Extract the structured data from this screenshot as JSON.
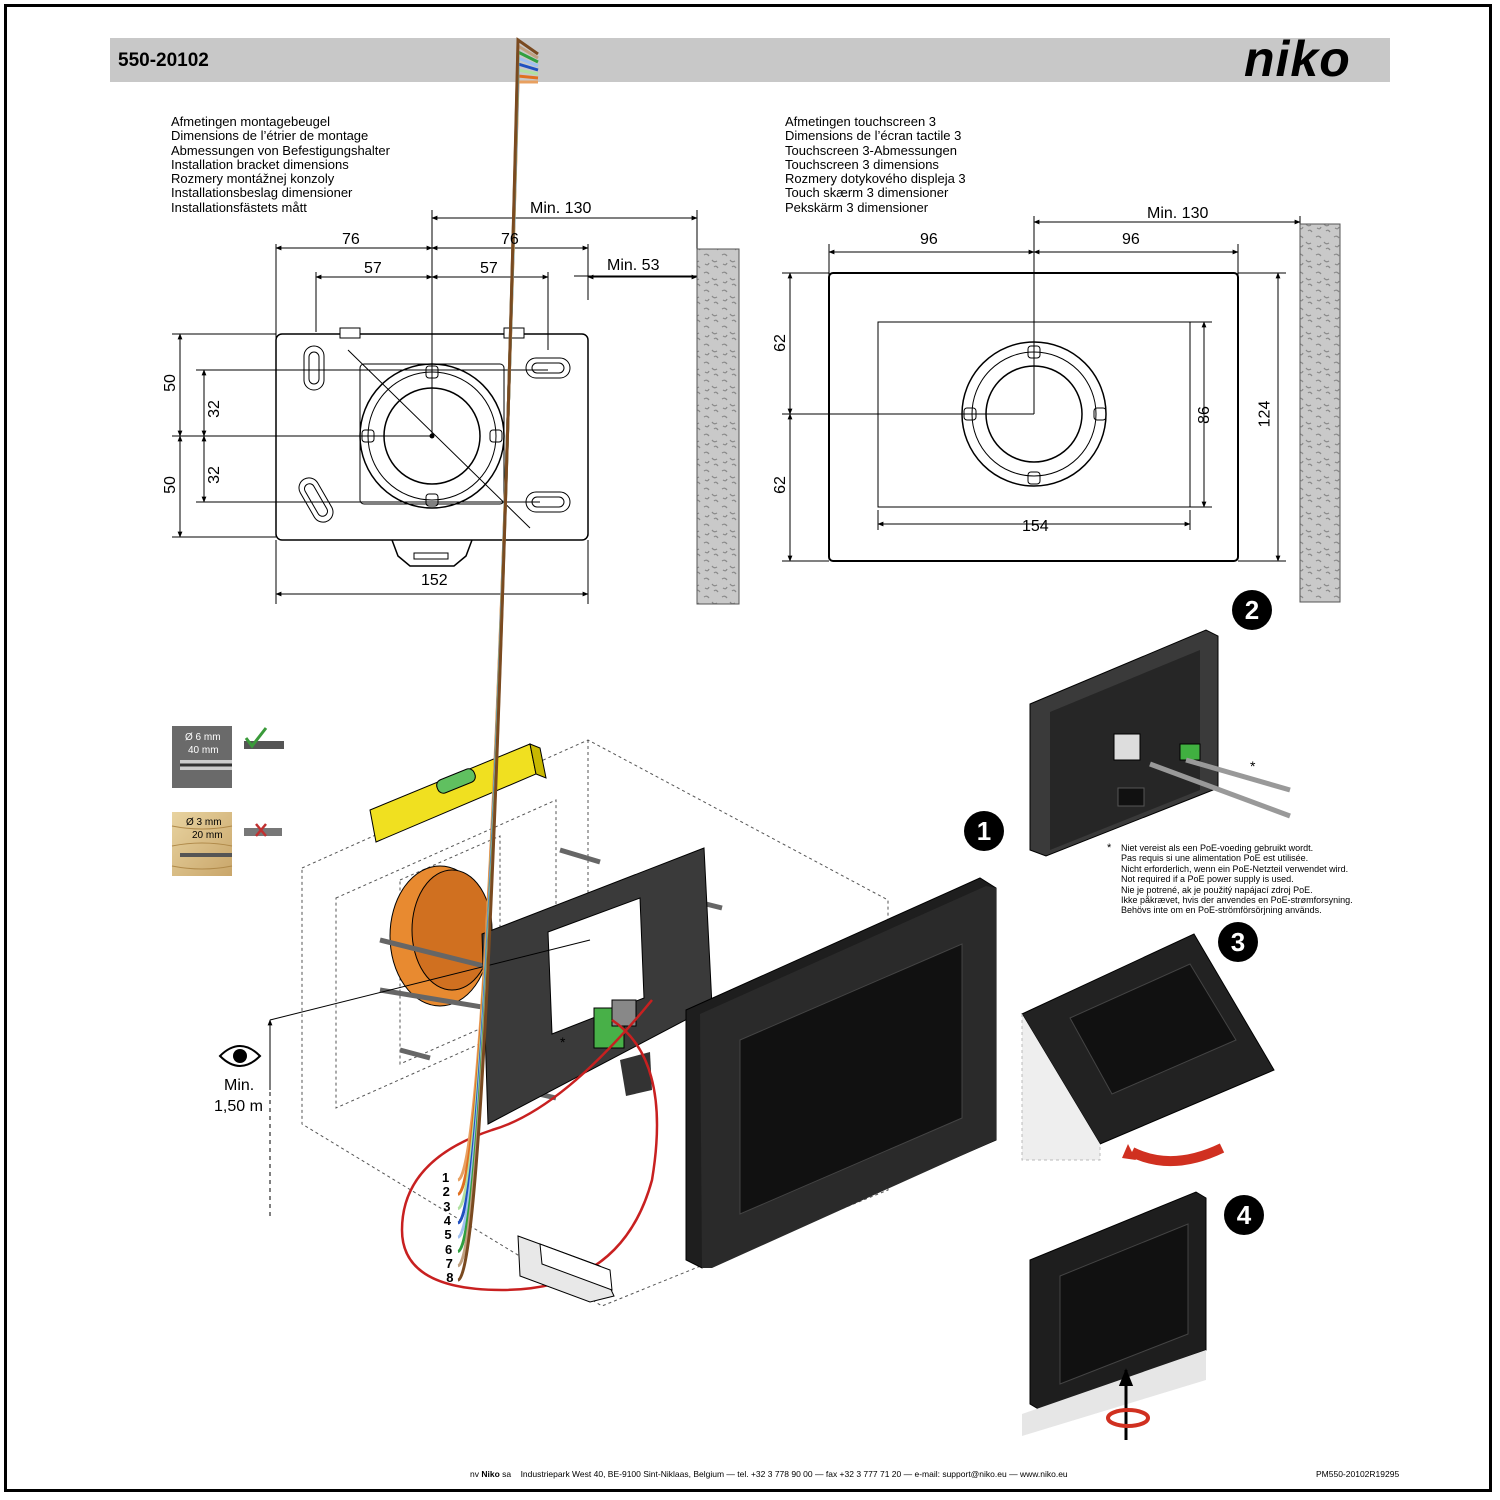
{
  "header": {
    "product_code": "550-20102",
    "brand": "niko"
  },
  "bracket_section": {
    "captions": [
      "Afmetingen montagebeugel",
      "Dimensions de l’étrier de montage",
      "Abmessungen von Befestigungshalter",
      "Installation bracket dimensions",
      "Rozmery montážnej konzoly",
      "Installationsbeslag dimensioner",
      "Installationsfästets mått"
    ],
    "dims": {
      "min_130": "Min. 130",
      "left_76": "76",
      "right_76": "76",
      "left_57": "57",
      "right_57": "57",
      "min_53": "Min. 53",
      "top_50": "50",
      "bottom_50": "50",
      "top_32": "32",
      "bottom_32": "32",
      "width_152": "152"
    }
  },
  "touchscreen_section": {
    "captions": [
      "Afmetingen touchscreen 3",
      "Dimensions de l’écran tactile 3",
      "Touchscreen 3-Abmessungen",
      "Touchscreen 3 dimensions",
      "Rozmery dotykového displeja 3",
      "Touch skærm 3 dimensioner",
      "Pekskärm 3 dimensioner"
    ],
    "dims": {
      "min_130": "Min. 130",
      "left_96": "96",
      "right_96": "96",
      "top_62": "62",
      "bottom_62": "62",
      "inner_86": "86",
      "height_124": "124",
      "inner_154": "154"
    }
  },
  "drill_specs": {
    "stone_diameter": "Ø 6 mm",
    "stone_depth": "40 mm",
    "wood_diameter": "Ø 3 mm",
    "wood_depth": "20 mm"
  },
  "mounting_height": {
    "line1": "Min.",
    "line2": "1,50 m"
  },
  "wire_numbers": [
    "1",
    "2",
    "3",
    "4",
    "5",
    "6",
    "7",
    "8"
  ],
  "wire_colors": [
    "#e8a060",
    "#e07020",
    "#b0e0a0",
    "#2050c0",
    "#a0c0f0",
    "#30a040",
    "#c0a080",
    "#7a4a20"
  ],
  "steps": [
    "1",
    "2",
    "3",
    "4"
  ],
  "asterisk": "*",
  "poe_note": {
    "lines": [
      "Niet vereist als een PoE-voeding gebruikt wordt.",
      "Pas requis si une alimentation PoE est utilisée.",
      "Nicht erforderlich, wenn ein PoE-Netzteil verwendet wird.",
      "Not required if a PoE power supply is used.",
      "Nie je potrené, ak je použitý napájací zdroj PoE.",
      "Ikke påkrævet, hvis der anvendes en PoE-strømforsyning.",
      "Behövs inte om en PoE-strömförsörjning används."
    ]
  },
  "footer": {
    "company_prefix": "nv ",
    "company_bold": "Niko",
    "company_suffix": " sa",
    "address": "Industriepark West 40, BE-9100 Sint-Niklaas, Belgium — tel. +32 3 778 90 00 — fax +32 3 777 71 20 — e-mail: support@niko.eu — www.niko.eu",
    "doc_ref": "PM550-20102R19295"
  }
}
